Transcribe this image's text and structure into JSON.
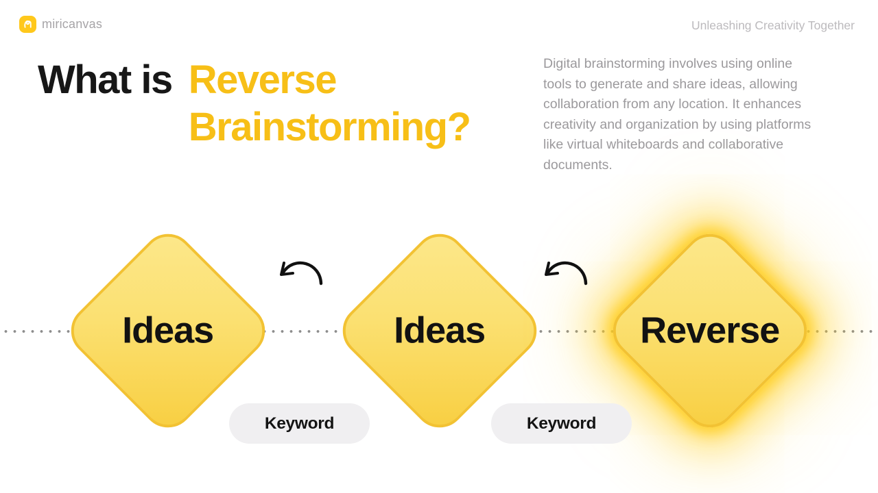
{
  "header": {
    "brand": "miricanvas",
    "tagline": "Unleashing Creativity Together",
    "brand_color": "#FFC81C",
    "brand_text_color": "#a6a4a7",
    "tagline_color": "#bcbabd"
  },
  "title": {
    "prefix": "What is",
    "highlight_line1": "Reverse",
    "highlight_line2": "Brainstorming?",
    "prefix_color": "#171717",
    "highlight_color": "#F7BF17"
  },
  "description": "Digital brainstorming involves using online tools to generate and share ideas, allowing collaboration from any location. It enhances creativity and organization by using platforms like virtual whiteboards and collaborative documents.",
  "diagram": {
    "nodes": [
      {
        "label": "Ideas",
        "glow": false
      },
      {
        "label": "Ideas",
        "glow": false
      },
      {
        "label": "Reverse",
        "glow": true
      }
    ],
    "pills": [
      {
        "label": "Keyword"
      },
      {
        "label": "Keyword"
      }
    ],
    "colors": {
      "diamond_fill_light": "#FCE88C",
      "diamond_fill_dark": "#F8CE3F",
      "diamond_border": "#F2C233",
      "glow": "#FFCB15",
      "pill_background": "#f0eff1",
      "dotted_line": "#8d8d8d",
      "node_text": "#121212",
      "arrow": "#111111"
    }
  }
}
